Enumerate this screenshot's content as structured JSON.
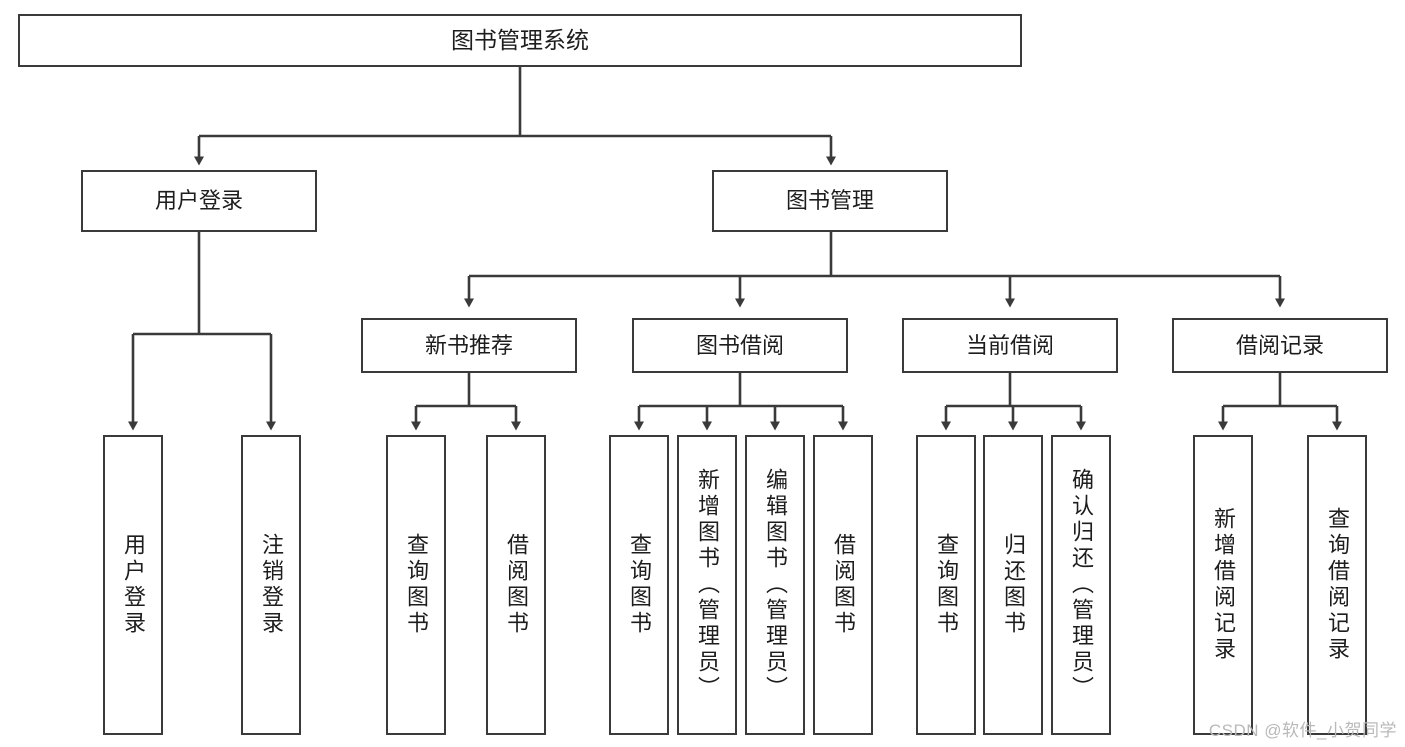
{
  "diagram": {
    "title": "图书管理系统",
    "type": "tree-hierarchy-diagram",
    "watermark": "CSDN @软件_小贺同学",
    "colors": {
      "stroke": "#3a3a3a",
      "fill": "#ffffff",
      "text": "#1d1d1d",
      "watermark": "#b9b9b9"
    },
    "nodes": {
      "root": {
        "label": "图书管理系统"
      },
      "level2": [
        {
          "label": "用户登录"
        },
        {
          "label": "图书管理"
        }
      ],
      "level3": [
        {
          "label": "新书推荐"
        },
        {
          "label": "图书借阅"
        },
        {
          "label": "当前借阅"
        },
        {
          "label": "借阅记录"
        }
      ],
      "leaves_user_login": [
        {
          "label": "用户登录"
        },
        {
          "label": "注销登录"
        }
      ],
      "leaves_new_book": [
        {
          "label": "查询图书"
        },
        {
          "label": "借阅图书"
        }
      ],
      "leaves_borrow": [
        {
          "label": "查询图书"
        },
        {
          "label": "新增图书（管理员）"
        },
        {
          "label": "编辑图书（管理员）"
        },
        {
          "label": "借阅图书"
        }
      ],
      "leaves_current": [
        {
          "label": "查询图书"
        },
        {
          "label": "归还图书"
        },
        {
          "label": "确认归还（管理员）"
        }
      ],
      "leaves_records": [
        {
          "label": "新增借阅记录"
        },
        {
          "label": "查询借阅记录"
        }
      ]
    }
  }
}
